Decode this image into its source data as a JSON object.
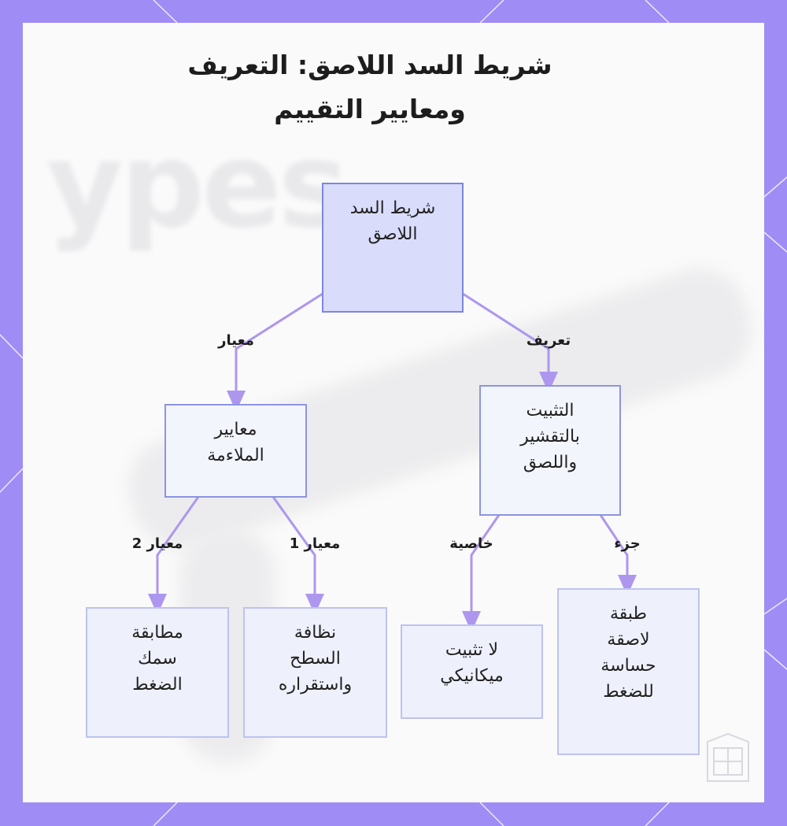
{
  "title": "شريط السد اللاصق: التعريف ومعايير التقييم",
  "nodes": {
    "root": "شريط السد اللاصق",
    "adhesion": "التثبيت بالتقشير واللصق",
    "fit_criteria": "معايير الملاءمة",
    "psa_layer": "طبقة لاصقة حساسة للضغط",
    "no_mechanical": "لا تثبيت ميكانيكي",
    "surface_clean": "نظافة السطح واستقراره",
    "thickness_match": "مطابقة سمك الضغط"
  },
  "edge_labels": {
    "definition": "تعريف",
    "criterion": "معيار",
    "part": "جزء",
    "property": "خاصية",
    "criterion_1": "معيار 1",
    "criterion_2": "معيار 2"
  },
  "colors": {
    "frame": "#a08cf5",
    "edge": "#ad97ee",
    "root_fill": "#d9dcfb",
    "node_border": "#7d86dd"
  }
}
